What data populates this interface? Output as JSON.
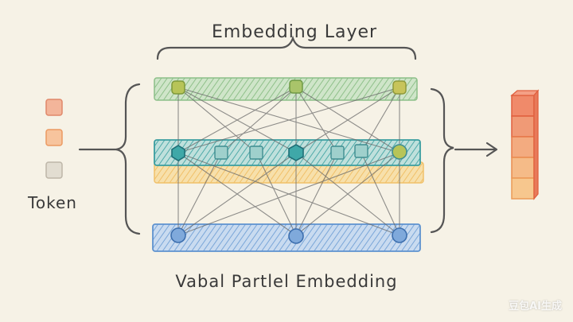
{
  "title": "Embedding Layer",
  "bottom_label": "Vabal Partlel Embedding",
  "input_label": "Token",
  "watermark": "豆包AI生成",
  "colors": {
    "background": "#f6f2e6",
    "top_band": "#9cc79a",
    "mid_band": "#3fa3a6",
    "mid_band_shadow": "#f2c46a",
    "bottom_band": "#6f9fd6",
    "token_1": "#f1a988",
    "token_2": "#f6b98c",
    "token_3": "#d8d4c8",
    "output": "#ef7b5a",
    "ink": "#555555"
  }
}
